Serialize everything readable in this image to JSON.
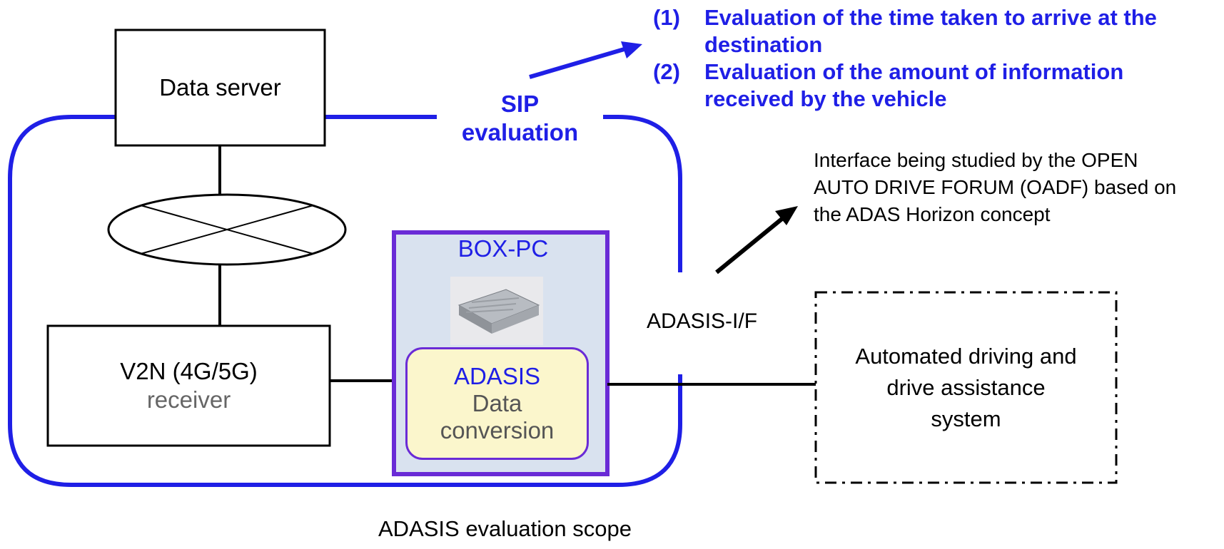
{
  "diagram": {
    "data_server": "Data server",
    "v2n_line1": "V2N (4G/5G)",
    "v2n_line2": "receiver",
    "sip_line1": "SIP",
    "sip_line2": "evaluation",
    "evaluation_items": [
      {
        "num": "(1)",
        "text": "Evaluation of the time taken to arrive at the destination"
      },
      {
        "num": "(2)",
        "text": "Evaluation of the amount of information received by the vehicle"
      }
    ],
    "oadf_note": "Interface being studied by the OPEN AUTO DRIVE FORUM (OADF) based on the ADAS Horizon concept",
    "boxpc_label": "BOX-PC",
    "adasis_label": "ADASIS",
    "data_conversion_line1": "Data",
    "data_conversion_line2": "conversion",
    "adasis_if_label": "ADASIS-I/F",
    "ad_system_line1": "Automated driving and",
    "ad_system_line2": "drive assistance",
    "ad_system_line3": "system",
    "scope_caption": "ADASIS evaluation scope"
  },
  "colors": {
    "scope_blue": "#1f1fe6",
    "boxpc_border": "#6a2bd6",
    "boxpc_fill": "#d9e2ef",
    "adasis_fill": "#fbf6cc",
    "arrow_black": "#000000"
  }
}
